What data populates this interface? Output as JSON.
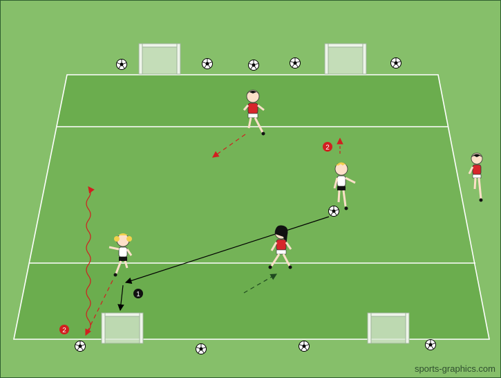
{
  "watermark": "sports-graphics.com",
  "markers": {
    "step_one": "1",
    "step_two_top": "2",
    "step_two_bottom": "2"
  },
  "colors": {
    "grass_outer": "#86bf6a",
    "field": "#6bad4e",
    "field_mid": "#74b357",
    "lines": "#ffffff",
    "attack_team": "#d7262b",
    "defend_team": "#ffffff",
    "pass_arrow": "#000000",
    "run_arrow": "#cc1b1b",
    "dribble_arrow": "#cc1b1b"
  },
  "icons": {
    "ball": "soccer-ball-icon",
    "goal": "mini-goal-icon",
    "player": "player-figure"
  }
}
